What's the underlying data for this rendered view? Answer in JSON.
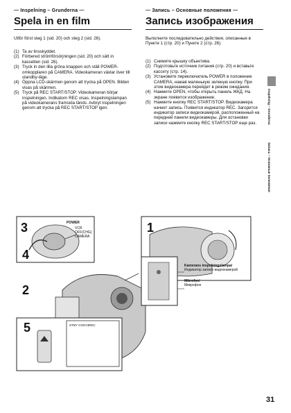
{
  "left": {
    "kicker": "— Inspelning – Grunderna —",
    "title": "Spela in en film",
    "intro": "Utför först steg 1 (sid. 20) och steg 2 (sid. 26).",
    "steps": [
      {
        "n": "(1)",
        "text": "Ta av linsskyddet."
      },
      {
        "n": "(2)",
        "text": "Förbered strömförsörjningen (sid. 20) och sätt in kassetten (sid. 26)."
      },
      {
        "n": "(3)",
        "text": "Tryck in den lilla gröna knappen och ställ POWER-omkopplaren på CAMERA. Videokameran växlar över till standby-läge."
      },
      {
        "n": "(4)",
        "text": "Öppna LCD-skärmen genom att trycka på OPEN. Bilden visas på skärmen."
      },
      {
        "n": "(5)",
        "text": "Tryck på REC START/STOP. Videokameran börjar inspelningen. Indikatorn REC visas. Inspelningslampan på videokamerans framsida tänds. Avbryt inspelningen genom att trycka på REC START/STOP igen."
      }
    ]
  },
  "right": {
    "kicker": "— Запись – Основные положения —",
    "title": "Запись изображения",
    "intro": "Выполните последовательно действия, описанные в Пункте 1 (стр. 20) и Пункте 2 (стр. 26).",
    "steps": [
      {
        "n": "(1)",
        "text": "Снимите крышку объектива."
      },
      {
        "n": "(2)",
        "text": "Подготовьте источник питания (стр. 20) и вставьте кассету (стр. 14)."
      },
      {
        "n": "(3)",
        "text": "Установите переключатель POWER в положение CAMERA, нажав маленькую зеленую кнопку. При этом видеокамера перейдет в режим ожидания."
      },
      {
        "n": "(4)",
        "text": "Нажмите OPEN, чтобы открыть панель ЖКД. На экране появится изображение."
      },
      {
        "n": "(5)",
        "text": "Нажмите кнопку REC START/STOP. Видеокамера начнет запись. Появится индикатор REC. Загорится индикатор записи видеокамерой, расположенный на передней панели видеокамеры. Для остановки записи нажмите кнопку REC START/STOP еще раз."
      }
    ]
  },
  "sidebar": {
    "tab1": "Inspelning – Grunderna",
    "tab2": "Запись – Основные положения"
  },
  "figure": {
    "callouts": [
      "3",
      "1",
      "4",
      "2",
      "5"
    ],
    "power_label": "POWER",
    "power_options": [
      "VCR",
      "OFF(CHG)",
      "CAMERA"
    ],
    "lcd_readout": "STBY 0:00:01",
    "rec_text": "REC",
    "lamp_label_sv": "Kamerans inspelningslampa/",
    "lamp_label_ru": "Индикатор записи видеокамерой",
    "mic_label_sv": "Mikrofon/",
    "mic_label_ru": "Микрофон"
  },
  "page_number": "31"
}
